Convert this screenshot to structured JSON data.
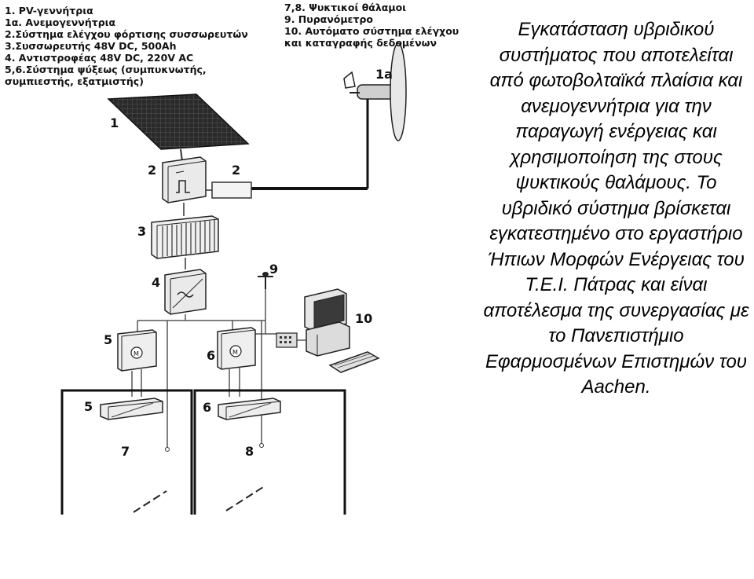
{
  "legend_left": [
    "1. PV-γεννήτρια",
    "1α. Ανεμογεννήτρια",
    "2.Σύστημα ελέγχου φόρτισης συσσωρευτών",
    "3.Συσσωρευτής 48V DC, 500Ah",
    "4. Αντιστροφέας 48V DC, 220V AC",
    "5,6.Σύστημα ψύξεως (συμπυκνωτής,",
    "συμπιεστής, εξατμιστής)"
  ],
  "legend_right": [
    "7,8. Ψυκτικοί θάλαμοι",
    "9. Πυρανόμετρο",
    "10. Αυτόματο σύστημα ελέγχου",
    "και καταγραφής δεδομένων"
  ],
  "labels": {
    "pv": "1",
    "wind": "1a",
    "controller_main": "2",
    "controller_wind": "2",
    "battery": "3",
    "inverter": "4",
    "cooling_5_top": "5",
    "cooling_5_bottom": "5",
    "cooling_6_top": "6",
    "cooling_6_bottom": "6",
    "chamber_7": "7",
    "chamber_8": "8",
    "pyranometer": "9",
    "computer": "10"
  },
  "caption": "Εγκατάσταση υβριδικού συστήματος που αποτελείται από φωτοβολταϊκά πλαίσια και ανεμογεννήτρια για την παραγωγή ενέργειας και χρησιμοποίηση της στους ψυκτικούς θαλάμους. Το υβριδικό σύστημα βρίσκεται εγκατεστημένο στο εργαστήριο Ήπιων Μορφών Ενέργειας του Τ.Ε.Ι. Πάτρας και είναι αποτέλεσμα της συνεργασίας με το Πανεπιστήμιο Εφαρμοσμένων Επιστημών του Aachen."
}
